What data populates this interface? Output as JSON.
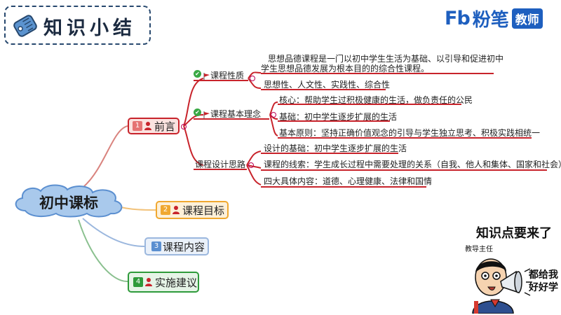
{
  "header": {
    "title": "知识小结",
    "tag_icon": "tag-icon"
  },
  "logo": {
    "mark": "Fb",
    "name": "粉笔",
    "badge": "教师"
  },
  "mindmap": {
    "root": "初中课标",
    "branches": [
      {
        "num": "1",
        "label": "前言",
        "color": "#c8232b"
      },
      {
        "num": "2",
        "label": "课程目标",
        "color": "#f0a830"
      },
      {
        "num": "3",
        "label": "课程内容",
        "color": "#5b8fd0"
      },
      {
        "num": "4",
        "label": "实施建议",
        "color": "#2e9a3a"
      }
    ],
    "preface": {
      "nature": {
        "label": "课程性质",
        "items": [
          "思想品德课程是一门以初中学生生活为基础、以引导和促进初中",
          "学生思想品德发展为根本目的的综合性课程。",
          "思想性、人文性、实践性、综合性"
        ]
      },
      "philosophy": {
        "label": "课程基本理念",
        "items": [
          "核心：帮助学生过积极健康的生活，做负责任的公民",
          "基础：初中学生逐步扩展的生活",
          "基本原则：坚持正确价值观念的引导与学生独立思考、积极实践相统一"
        ]
      },
      "design": {
        "label": "课程设计思路",
        "items": [
          "设计的基础：初中学生逐步扩展的生活",
          "课程的线索：学生成长过程中需要处理的关系（自我、他人和集体、国家和社会）",
          "四大具体内容：道德、心理健康、法律和国情"
        ]
      }
    }
  },
  "teacher": {
    "title": "知识点要来了",
    "role": "教导主任",
    "speech": "都给我好好学"
  }
}
